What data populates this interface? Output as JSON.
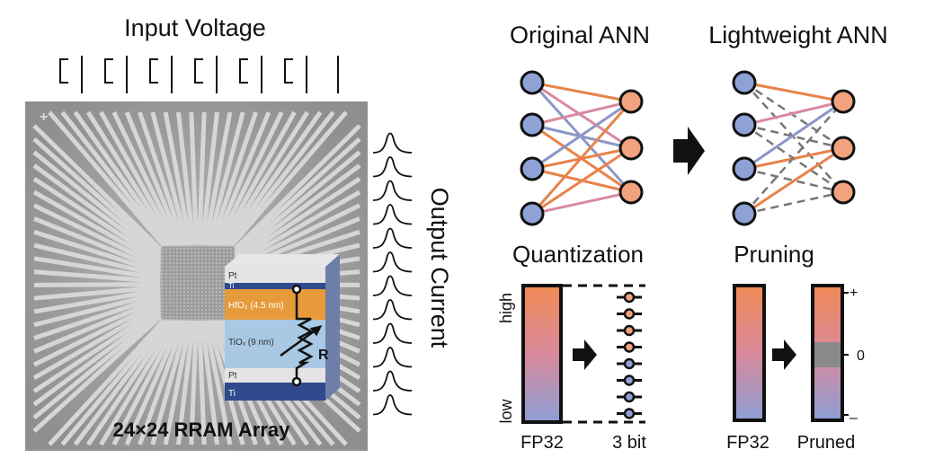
{
  "left_panel": {
    "input_label": "Input Voltage",
    "output_label": "Output Current",
    "array_label": "24×24 RRAM Array",
    "plus_mark": "+",
    "stack_layers": {
      "pt_top": "Pt",
      "ti_top": "Ti",
      "hfo2": "HfO₂ (4.5 nm)",
      "tiox": "TiOₓ (9 nm)",
      "pt_bottom": "Pt",
      "ti_bottom": "Ti"
    },
    "resistor_label": "R",
    "input_channels": 7,
    "output_channels": 12
  },
  "right_panel": {
    "original_title": "Original ANN",
    "lightweight_title": "Lightweight ANN",
    "quantization_title": "Quantization",
    "pruning_title": "Pruning",
    "fp32_label_left": "FP32",
    "bit_label": "3 bit",
    "fp32_label_right": "FP32",
    "pruned_label": "Pruned",
    "high_label": "high",
    "low_label": "low",
    "plus_label": "+",
    "zero_label": "0",
    "minus_label": "–",
    "quantized_levels": 8
  },
  "colors": {
    "input_node": "#8ea2d6",
    "output_node": "#f2a27e",
    "edge_orange": "#e7834a",
    "edge_pink": "#d98aa0",
    "edge_blue": "#8c96c8",
    "gradient_top": "#f08a55",
    "gradient_bottom": "#8d9ed6",
    "pruned_gray": "#8a8a8a"
  }
}
